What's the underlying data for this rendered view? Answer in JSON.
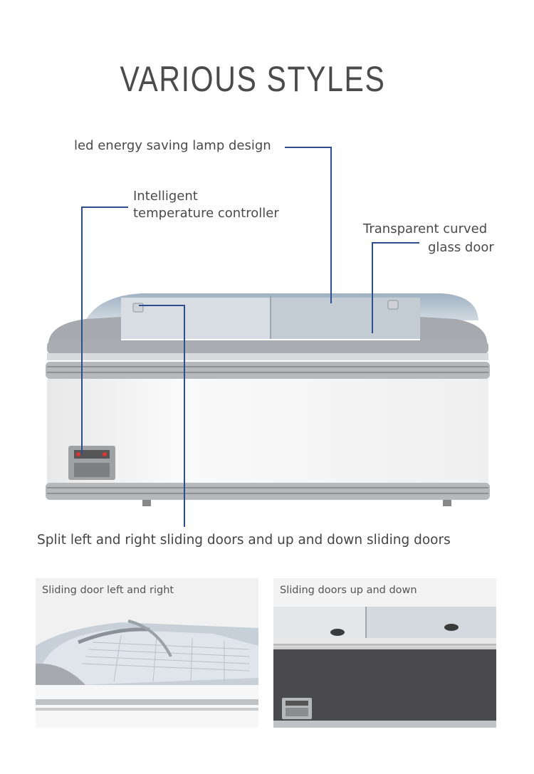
{
  "title": "VARIOUS STYLES",
  "callouts": {
    "led": "led energy saving lamp design",
    "temp_line1": "Intelligent",
    "temp_line2": "temperature controller",
    "glass_line1": "Transparent curved",
    "glass_line2": "glass door"
  },
  "caption": "Split left and right sliding doors and up and down sliding doors",
  "panels": {
    "left_label": "Sliding door left and right",
    "right_label": "Sliding doors up and down"
  },
  "colors": {
    "leader": "#2e4e8f",
    "lid_gray": "#a9acb0",
    "body_white": "#f4f4f4",
    "dark_body": "#4a4a4d"
  }
}
